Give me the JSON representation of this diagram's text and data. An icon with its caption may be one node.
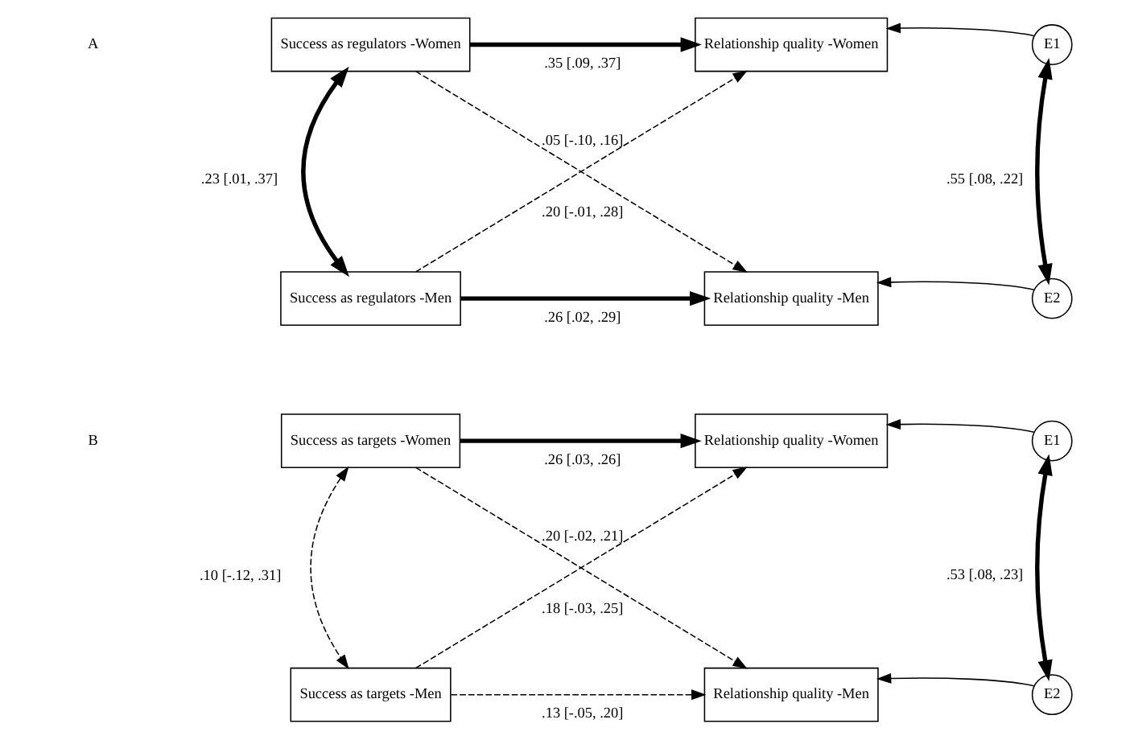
{
  "diagram": {
    "nodes": [
      {
        "text": [
          "Success as regulators -Women"
        ]
      },
      {
        "text": [
          "Relationship quality -Women"
        ]
      },
      {
        "text": [
          "E1"
        ]
      },
      {
        "text": [
          "Success as regulators -Men"
        ]
      },
      {
        "text": [
          "Relationship quality -Men"
        ]
      },
      {
        "text": [
          "E2"
        ]
      },
      {
        "text": [
          "Success as targets -Women"
        ]
      },
      {
        "text": [
          "Relationship quality -Women"
        ]
      },
      {
        "text": [
          "E1"
        ]
      },
      {
        "text": [
          "Success as targets -Men"
        ]
      },
      {
        "text": [
          "Relationship quality -Men"
        ]
      },
      {
        "text": [
          "E2"
        ]
      }
    ],
    "edges": [
      {
        "from": 0,
        "to": 1,
        "arrow": "to",
        "label": ".35 [.09, .37]",
        "style": "thick"
      },
      {
        "from": 0,
        "to": 4,
        "arrow": "to",
        "label": ".05 [-.10, .16]",
        "style": "dashed"
      },
      {
        "from": 3,
        "to": 1,
        "arrow": "to",
        "label": ".20 [-.01, .28]",
        "style": "dashed"
      },
      {
        "from": 3,
        "to": 4,
        "arrow": "to",
        "label": ".26 [.02, .29]",
        "style": "thick"
      },
      {
        "from": 2,
        "to": 1,
        "arrow": "to"
      },
      {
        "from": 5,
        "to": 4,
        "arrow": "to"
      },
      {
        "from": 0,
        "to": 3,
        "arrow": "both",
        "label": ".23 [.01, .37]",
        "style": "thick"
      },
      {
        "from": 2,
        "to": 5,
        "arrow": "both",
        "label": ".55 [.08, .22]",
        "style": "thick"
      },
      {
        "from": 6,
        "to": 7,
        "arrow": "to",
        "label": ".26 [.03, .26]",
        "style": "thick"
      },
      {
        "from": 6,
        "to": 10,
        "arrow": "to",
        "label": ".20 [-.02, .21]",
        "style": "dashed"
      },
      {
        "from": 9,
        "to": 7,
        "arrow": "to",
        "label": ".18 [-.03, .25]",
        "style": "dashed"
      },
      {
        "from": 9,
        "to": 10,
        "arrow": "to",
        "label": ".13 [-.05, .20]",
        "style": "dashed"
      },
      {
        "from": 8,
        "to": 7,
        "arrow": "to"
      },
      {
        "from": 11,
        "to": 10,
        "arrow": "to"
      },
      {
        "from": 6,
        "to": 9,
        "arrow": "both",
        "label": ".10 [-.12, .31]",
        "style": "dashed"
      },
      {
        "from": 8,
        "to": 11,
        "arrow": "both",
        "label": ".53 [.08, .23]",
        "style": "thick"
      }
    ],
    "labels": [
      "A",
      "B"
    ]
  }
}
